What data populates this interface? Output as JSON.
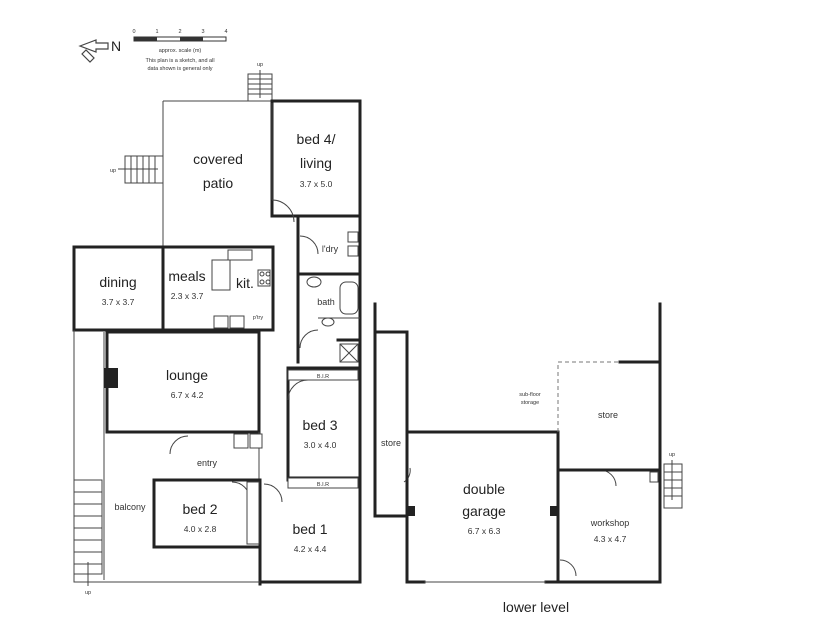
{
  "compass": {
    "label": "N"
  },
  "scale": {
    "ticks": [
      "0",
      "1",
      "2",
      "3",
      "4"
    ],
    "unit_label": "approx. scale (m)",
    "disclaimer_1": "This plan is a sketch, and all",
    "disclaimer_2": "data shown is general only"
  },
  "stairs": {
    "up_label": "up"
  },
  "rooms": {
    "covered_patio": {
      "line1": "covered",
      "line2": "patio"
    },
    "bed4": {
      "line1": "bed 4/",
      "line2": "living",
      "dims": "3.7 x 5.0"
    },
    "ldry": {
      "name": "l'dry"
    },
    "bath": {
      "name": "bath"
    },
    "dining": {
      "name": "dining",
      "dims": "3.7 x 3.7"
    },
    "meals": {
      "name": "meals",
      "dims": "2.3 x 3.7"
    },
    "kit": {
      "name": "kit."
    },
    "ptry": {
      "name": "p'try"
    },
    "lounge": {
      "name": "lounge",
      "dims": "6.7 x 4.2"
    },
    "bed3": {
      "name": "bed 3",
      "dims": "3.0 x 4.0"
    },
    "entry": {
      "name": "entry"
    },
    "balcony": {
      "name": "balcony"
    },
    "bed2": {
      "name": "bed 2",
      "dims": "4.0 x 2.8"
    },
    "bed1": {
      "name": "bed 1",
      "dims": "4.2 x 4.4"
    },
    "store_left": {
      "name": "store"
    },
    "double_garage": {
      "line1": "double",
      "line2": "garage",
      "dims": "6.7 x 6.3"
    },
    "subfloor": {
      "line1": "sub-floor",
      "line2": "storage"
    },
    "store_right": {
      "name": "store"
    },
    "workshop": {
      "name": "workshop",
      "dims": "4.3 x 4.7"
    }
  },
  "robe_label": "B.I.R",
  "lower_level_label": "lower level"
}
